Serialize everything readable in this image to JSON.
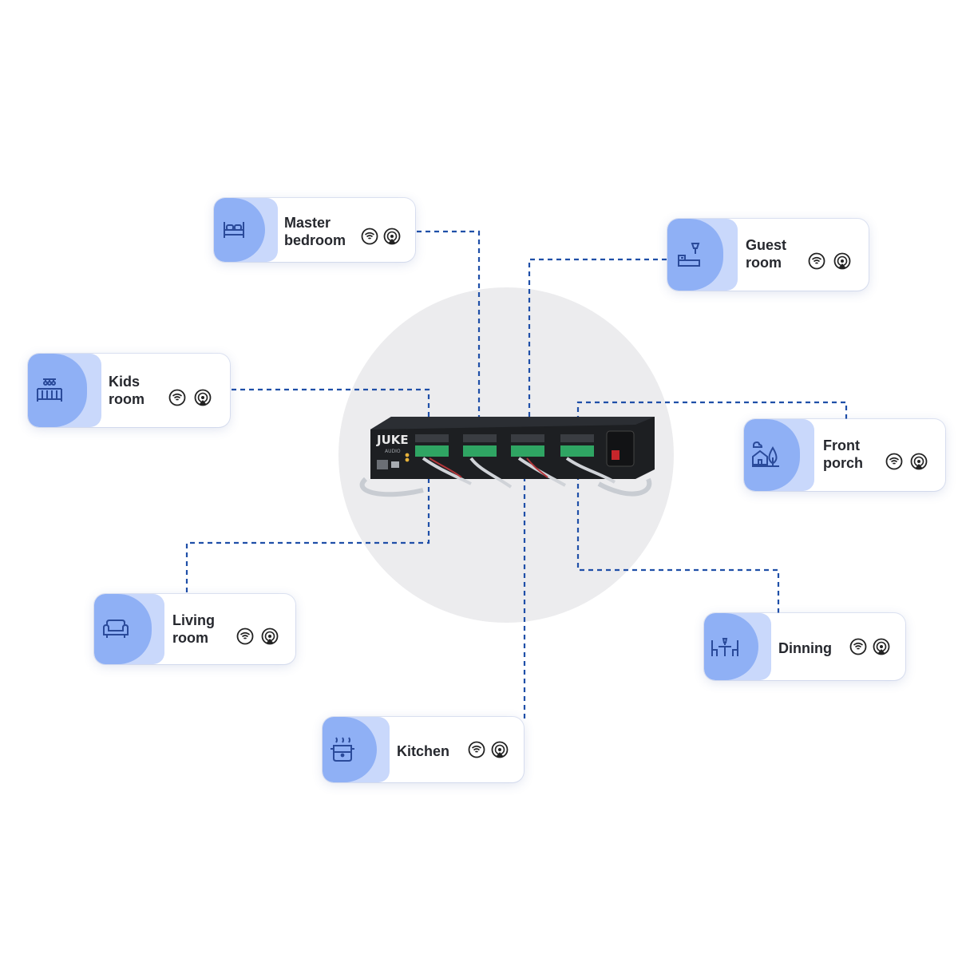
{
  "rooms": [
    {
      "id": "master-bedroom",
      "line1": "Master",
      "line2": "bedroom",
      "icon": "bed-icon"
    },
    {
      "id": "guest-room",
      "line1": "Guest",
      "line2": "room",
      "icon": "desk-lamp-icon"
    },
    {
      "id": "kids-room",
      "line1": "Kids",
      "line2": "room",
      "icon": "crib-mobile-icon"
    },
    {
      "id": "front-porch",
      "line1": "Front",
      "line2": "porch",
      "icon": "house-tree-icon"
    },
    {
      "id": "living-room",
      "line1": "Living",
      "line2": "room",
      "icon": "sofa-icon"
    },
    {
      "id": "dinning",
      "line1": "Dinning",
      "line2": "",
      "icon": "dining-table-icon"
    },
    {
      "id": "kitchen",
      "line1": "Kitchen",
      "line2": "",
      "icon": "cooking-pot-icon"
    }
  ],
  "status_icons": [
    "wifi-icon",
    "airplay-icon"
  ],
  "device": {
    "brand": "JUKE",
    "sub": "AUDIO"
  },
  "colors": {
    "accent": "#8fb0f5",
    "accent_light": "#c9d8fb",
    "line": "#1f4fa8",
    "icon": "#2a4a9a",
    "device": "#1d1f22"
  }
}
